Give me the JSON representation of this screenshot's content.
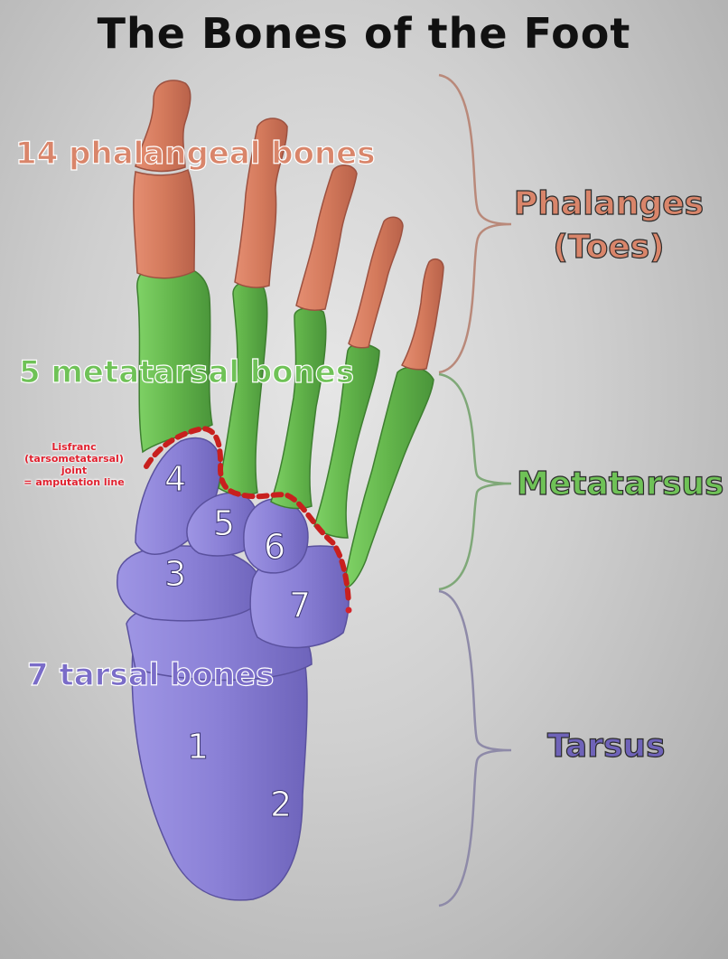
{
  "title": "The Bones of the Foot",
  "count_labels": {
    "phalangeal": "14 phalangeal bones",
    "metatarsal": "5 metatarsal bones",
    "tarsal": "7 tarsal bones"
  },
  "regions": {
    "phalanges_line1": "Phalanges",
    "phalanges_line2": "(Toes)",
    "metatarsus": "Metatarsus",
    "tarsus": "Tarsus"
  },
  "lisfranc": {
    "line1": "Lisfranc",
    "line2": "(tarsometatarsal)",
    "line3": "joint",
    "line4": "= amputation line"
  },
  "tarsal_numbers": [
    "1",
    "2",
    "3",
    "4",
    "5",
    "6",
    "7"
  ],
  "colors": {
    "phalanges": "#d9856a",
    "metatarsals": "#6fc257",
    "tarsals": "#8f86d8",
    "joint_line": "#c8201e",
    "brace_phalanges": "#b9897a",
    "brace_metatarsus": "#7fa878",
    "brace_tarsus": "#8e8aa8"
  }
}
